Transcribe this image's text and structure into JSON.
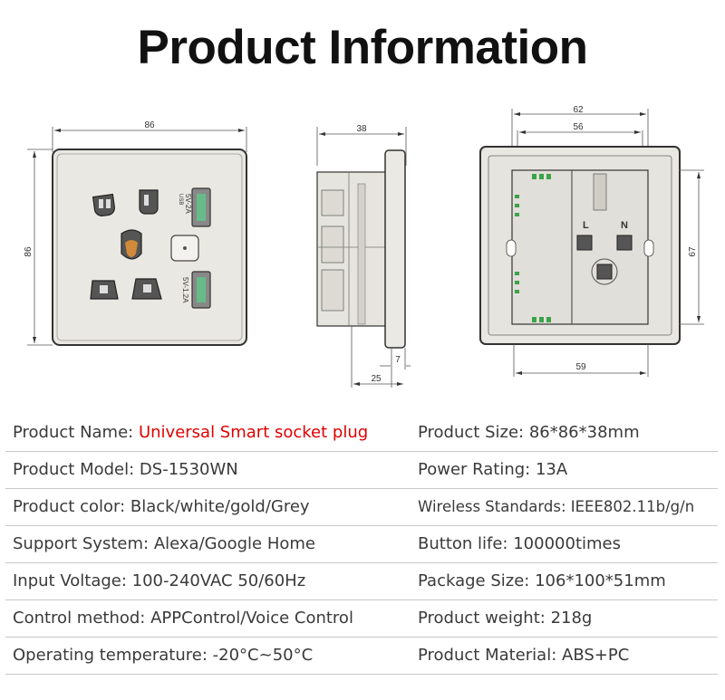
{
  "page": {
    "title": "Product Information"
  },
  "drawing": {
    "front_dims": {
      "width": "86",
      "height": "86"
    },
    "usb_top": {
      "line1": "5V-2A",
      "line2": "USB"
    },
    "usb_bottom": "5V-1.2A",
    "side_dims": {
      "depth": "38",
      "plate": "7",
      "body": "25"
    },
    "back_dims": {
      "outer": "62",
      "inner": "56",
      "height": "67",
      "bottom": "59"
    },
    "back_marks": {
      "left": "L",
      "right": "N"
    }
  },
  "specs": {
    "left": [
      {
        "label": "Product Name:",
        "value": "Universal Smart socket plug",
        "highlight": true
      },
      {
        "label": "Product Model:",
        "value": "DS-1530WN"
      },
      {
        "label": "Product color:",
        "value": "Black/white/gold/Grey"
      },
      {
        "label": "Support System:",
        "value": "Alexa/Google Home"
      },
      {
        "label": "Input Voltage:",
        "value": "100-240VAC 50/60Hz"
      },
      {
        "label": "Control method:",
        "value": "APPControl/Voice Control"
      },
      {
        "label": "Operating temperature:",
        "value": "-20°C~50°C"
      }
    ],
    "right": [
      {
        "label": "Product Size:",
        "value": "86*86*38mm"
      },
      {
        "label": "Power Rating:",
        "value": "13A"
      },
      {
        "label": "Wireless Standards:",
        "value": "IEEE802.11b/g/n"
      },
      {
        "label": "Button life:",
        "value": "100000times"
      },
      {
        "label": "Package Size:",
        "value": "106*100*51mm"
      },
      {
        "label": "Product weight:",
        "value": "218g"
      },
      {
        "label": "Product Material:",
        "value": "ABS+PC"
      }
    ]
  }
}
